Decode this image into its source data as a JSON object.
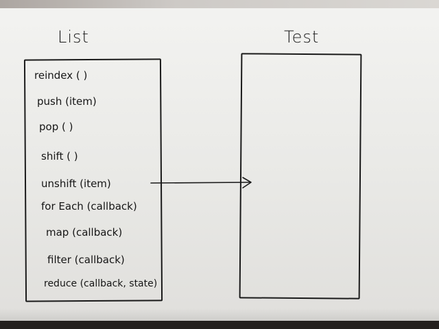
{
  "diagram": {
    "list_title": "List",
    "test_title": "Test",
    "methods": [
      "reindex (   )",
      "push (item)",
      "pop (   )",
      "shift (   )",
      "unshift (item)",
      "for Each (callback)",
      "map (callback)",
      "filter (callback)",
      "reduce (callback, state)"
    ]
  },
  "colors": {
    "ink": "#1a1a1a",
    "paper": "#eeeeec"
  }
}
